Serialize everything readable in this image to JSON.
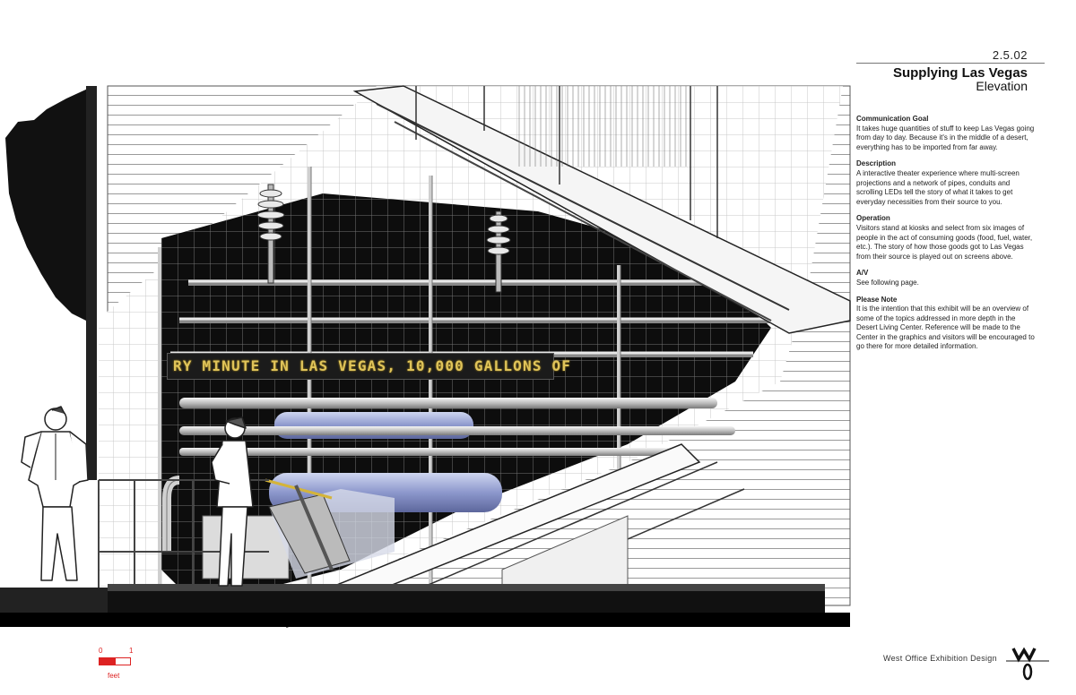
{
  "header": {
    "sheet_number": "2.5.02",
    "title": "Supplying Las Vegas",
    "subtitle": "Elevation"
  },
  "notes": [
    {
      "heading": "Communication Goal",
      "body": "It takes huge quantities of stuff to keep Las Vegas going from day to day. Because it's in the middle of a desert, everything has to be imported from far away."
    },
    {
      "heading": "Description",
      "body": "A interactive theater experience where multi-screen projections and a network of pipes, conduits and scrolling LEDs tell the story of what it takes to get everyday necessities from their source to you."
    },
    {
      "heading": "Operation",
      "body": "Visitors stand at kiosks and select from six images of people in the act of consuming goods (food, fuel, water, etc.). The story of how those goods got to Las Vegas from their source is played out on screens above."
    },
    {
      "heading": "A/V",
      "body": "See following page."
    },
    {
      "heading": "Please Note",
      "body": "It is the intention that this exhibit will be an overview of some of the topics addressed in more depth in the Desert Living Center. Reference will be made to the Center in the graphics and visitors will be encouraged to go there for more detailed information."
    }
  ],
  "drawing": {
    "led_text": "RY MINUTE IN LAS VEGAS, 10,000 GALLONS OF",
    "led_color": "#e0c45a"
  },
  "scale": {
    "zero": "0",
    "one": "1",
    "unit": "feet",
    "color": "#d22222"
  },
  "footer": {
    "firm": "West Office Exhibition Design",
    "logo_icon": "west-office-logo-icon"
  }
}
